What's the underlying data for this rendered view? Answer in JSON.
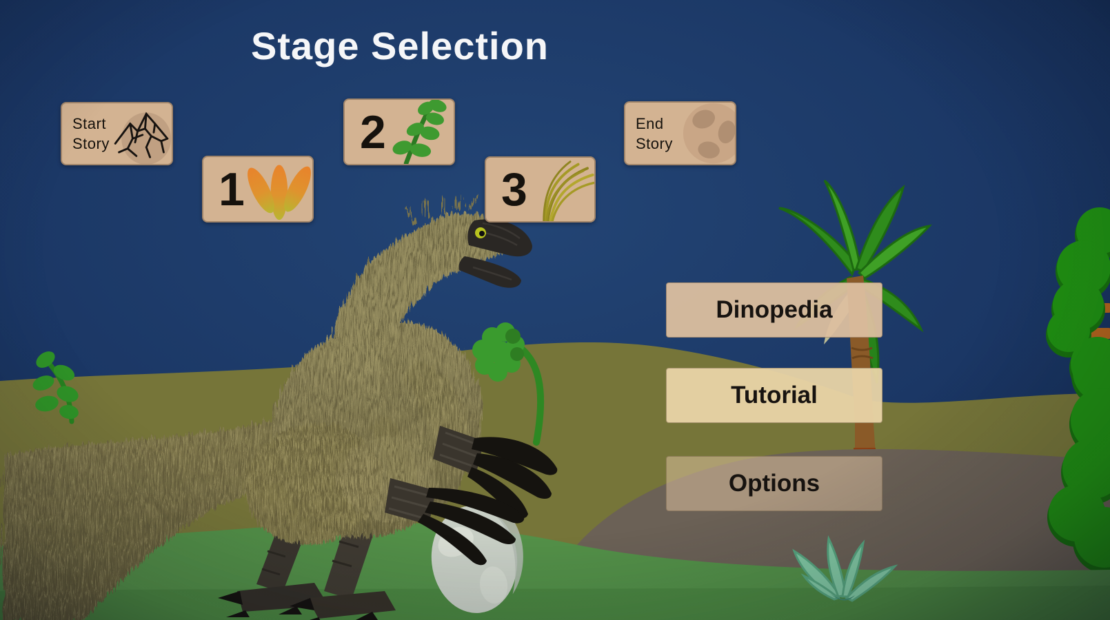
{
  "title": "Stage Selection",
  "stage_buttons": [
    {
      "id": "start-story",
      "label": "Start Story",
      "icon": "cracked-rock-icon"
    },
    {
      "id": "stage-1",
      "label": "1",
      "icon": "orange-footprint-leaf-icon"
    },
    {
      "id": "stage-2",
      "label": "2",
      "icon": "green-sprig-icon"
    },
    {
      "id": "stage-3",
      "label": "3",
      "icon": "dry-grass-icon"
    },
    {
      "id": "end-story",
      "label": "End Story",
      "icon": "spotted-egg-icon"
    }
  ],
  "menu_buttons": [
    {
      "id": "dinopedia",
      "label": "Dinopedia"
    },
    {
      "id": "tutorial",
      "label": "Tutorial"
    },
    {
      "id": "options",
      "label": "Options"
    }
  ],
  "scene": {
    "dinosaur": "feathered-therizinosaurus-holding-egg",
    "decor": [
      "palm-tree",
      "round-bush-tree",
      "boulder",
      "flower-plant",
      "leafy-sprig",
      "small-sprout",
      "mint-grass-tuft"
    ]
  },
  "colors": {
    "sky": "#1c3a69",
    "hill_olive": "#767539",
    "foreground_green": "#539048",
    "rock_gray": "#6b6156",
    "button_tan": "#d3b392",
    "menu_tan": "#dcbf9f",
    "tutorial_highlight": "#e9d4a7",
    "title_text": "#f5f6f8",
    "button_text": "#16120d",
    "feathers": "#857c52",
    "claws": "#15130f",
    "egg": "#c8cfc5"
  }
}
